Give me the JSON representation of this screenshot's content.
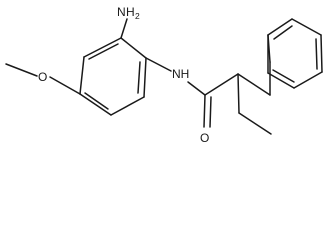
{
  "molecule": {
    "labels": {
      "amine_n": "N",
      "amine_h": "H",
      "amine_sub": "2",
      "amide_nh": "NH",
      "ether_o": "O",
      "carbonyl_o": "O"
    }
  }
}
